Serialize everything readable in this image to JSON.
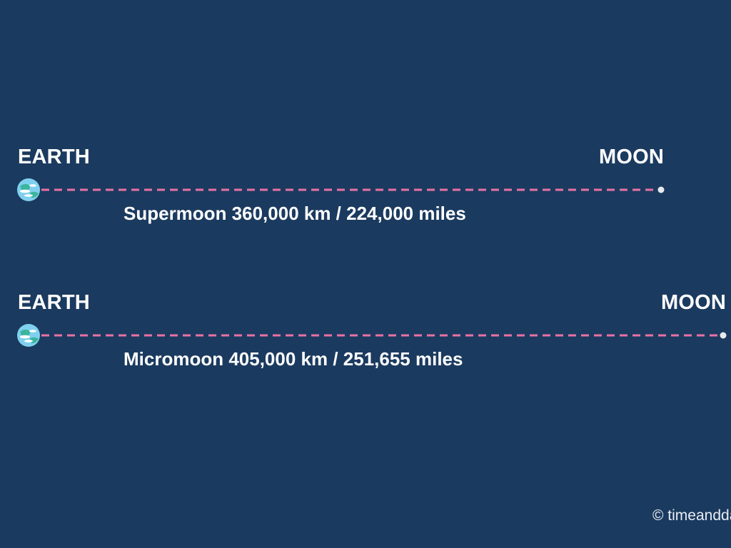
{
  "colors": {
    "background": "#1b3a5f",
    "dash_line": "#e872a4",
    "earth_ocean": "#7fd0ef",
    "earth_land": "#3bb59c",
    "cloud": "#ffffff",
    "moon_dot": "#e6e9ee",
    "text": "#ffffff"
  },
  "rows": [
    {
      "earth_label": "EARTH",
      "moon_label": "MOON",
      "caption": "Supermoon 360,000 km / 224,000 miles",
      "distance_km": 360000
    },
    {
      "earth_label": "EARTH",
      "moon_label": "MOON",
      "caption": "Micromoon 405,000 km / 251,655 miles",
      "distance_km": 405000
    }
  ],
  "icons": {
    "earth": "earth-icon",
    "moon": "moon-icon"
  },
  "footer": "© timeanddate"
}
